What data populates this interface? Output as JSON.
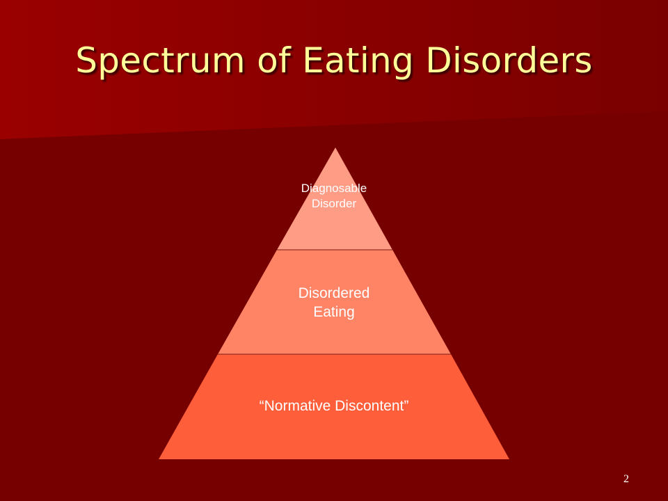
{
  "slide": {
    "title": "Spectrum of Eating Disorders",
    "page_number": "2"
  },
  "pyramid": {
    "tiers": [
      {
        "label": "Diagnosable\nDisorder",
        "color": "#FF9C86"
      },
      {
        "label": "Disordered\nEating",
        "color": "#FF8466"
      },
      {
        "label": "“Normative Discontent”",
        "color": "#FF5E3A"
      }
    ]
  },
  "theme": {
    "background": "#770000",
    "background_highlight": "#990000",
    "title_color": "#FFFF99"
  }
}
